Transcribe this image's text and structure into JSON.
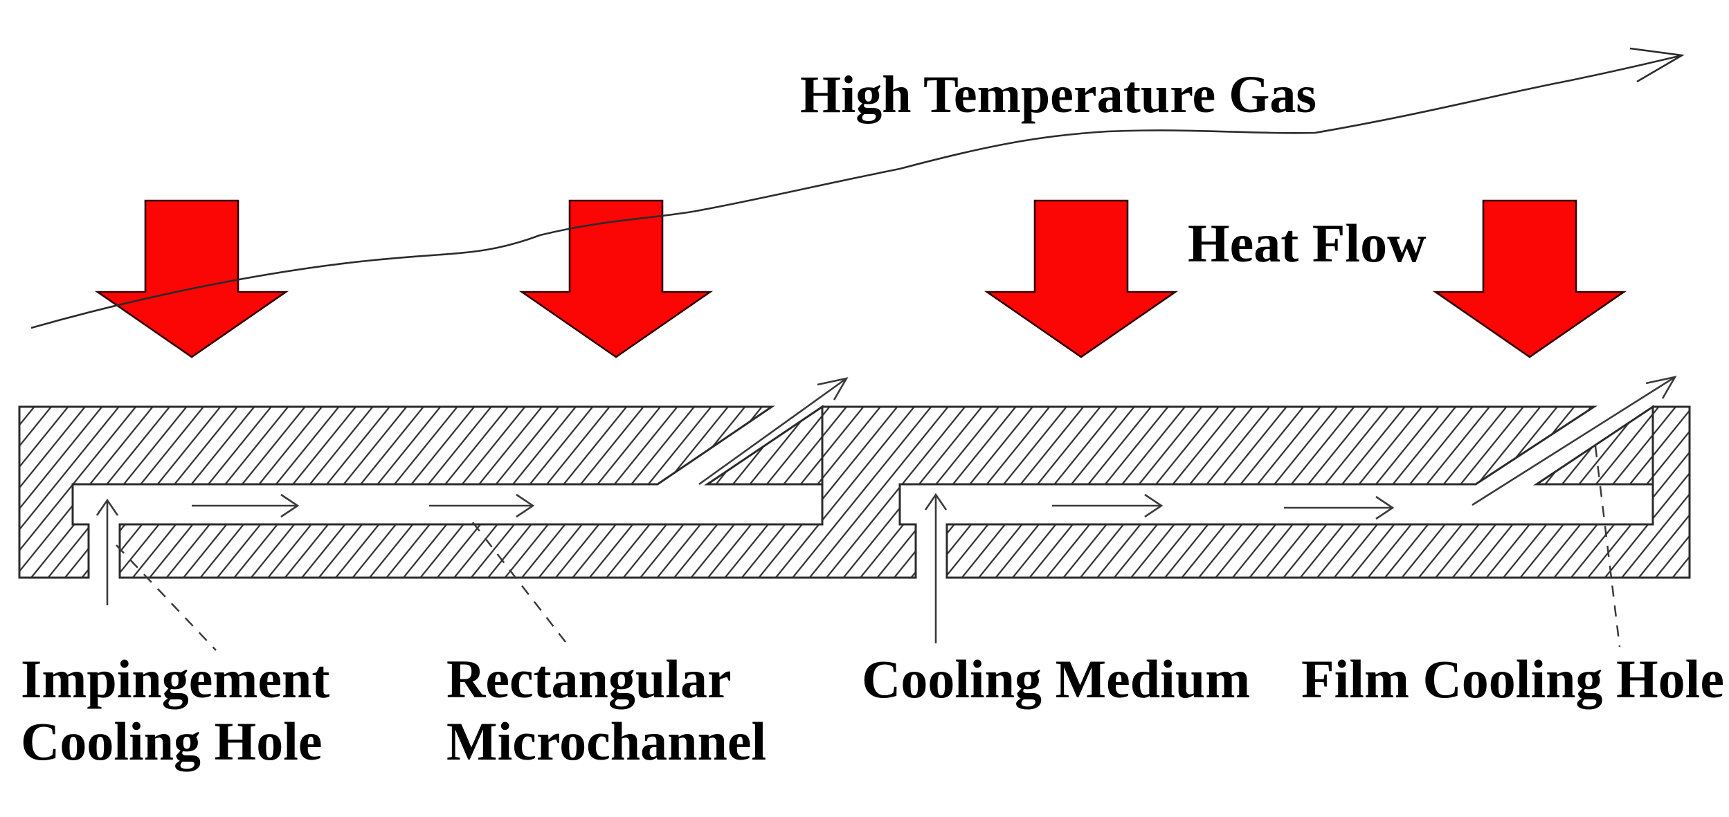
{
  "diagram": {
    "title": "High Temperature Gas",
    "heat_flow_label": "Heat Flow",
    "labels": {
      "impingement_line1": "Impingement",
      "impingement_line2": "Cooling Hole",
      "microchannel_line1": "Rectangular",
      "microchannel_line2": "Microchannel",
      "cooling_medium": "Cooling Medium",
      "film_cooling_hole": "Film Cooling Hole"
    },
    "colors": {
      "heat_arrow_fill": "#fb0505",
      "heat_arrow_outline": "#330000",
      "line": "#2b2b2b",
      "text": "#000000",
      "background": "#ffffff"
    }
  }
}
